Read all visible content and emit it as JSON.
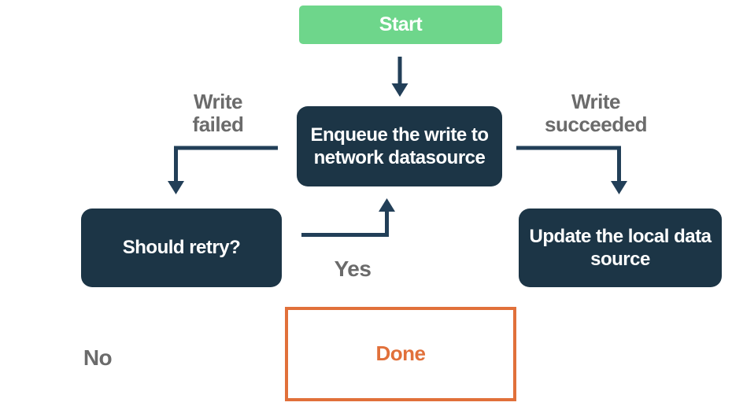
{
  "diagram": {
    "title": "Offline-first write flow diagram",
    "background": "#ffffff"
  },
  "colors": {
    "start_fill": "#6ed68b",
    "node_fill": "#1c3546",
    "node_text": "#ffffff",
    "arrow": "#223f58",
    "edge_label_text": "#6b6b6b",
    "done_accent": "#e1703a"
  },
  "nodes": {
    "start": {
      "label": "Start"
    },
    "enqueue": {
      "label": "Enqueue the write to\nnetwork datasource"
    },
    "retry": {
      "label": "Should retry?"
    },
    "update": {
      "label": "Update the local data\nsource"
    },
    "done": {
      "label": "Done"
    }
  },
  "edge_labels": {
    "write_failed": "Write\nfailed",
    "write_succeeded": "Write\nsucceeded",
    "yes": "Yes",
    "no": "No"
  }
}
